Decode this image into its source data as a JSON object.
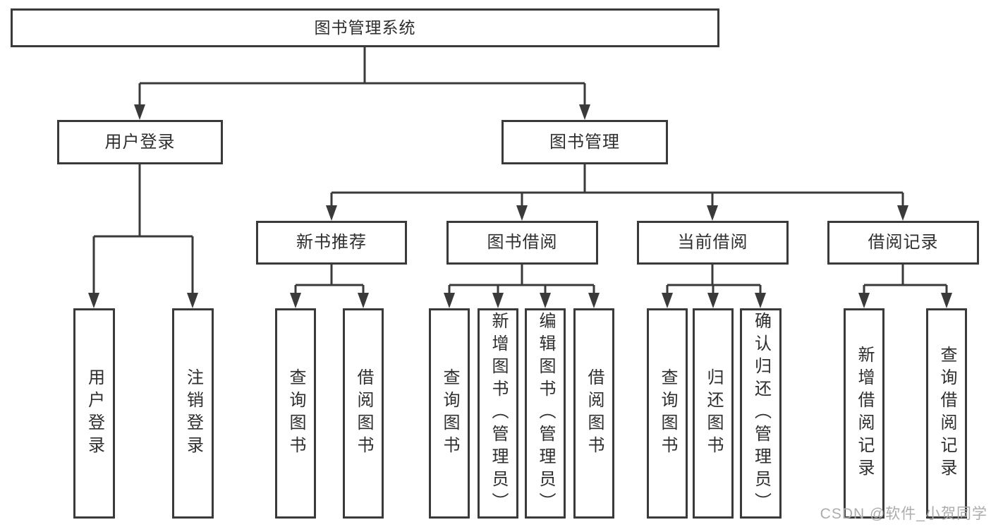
{
  "diagram": {
    "root": {
      "label": "图书管理系统"
    },
    "branches": [
      {
        "label": "用户登录",
        "children": [
          {
            "label": "用户登录"
          },
          {
            "label": "注销登录"
          }
        ]
      },
      {
        "label": "图书管理",
        "children": [
          {
            "label": "新书推荐",
            "children": [
              {
                "label": "查询图书"
              },
              {
                "label": "借阅图书"
              }
            ]
          },
          {
            "label": "图书借阅",
            "children": [
              {
                "label": "查询图书"
              },
              {
                "label": "新增图书（管理员）"
              },
              {
                "label": "编辑图书（管理员）"
              },
              {
                "label": "借阅图书"
              }
            ]
          },
          {
            "label": "当前借阅",
            "children": [
              {
                "label": "查询图书"
              },
              {
                "label": "归还图书"
              },
              {
                "label": "确认归还（管理员）"
              }
            ]
          },
          {
            "label": "借阅记录",
            "children": [
              {
                "label": "新增借阅记录"
              },
              {
                "label": "查询借阅记录"
              }
            ]
          }
        ]
      }
    ]
  },
  "watermark": "CSDN @软件_小贺同学",
  "colors": {
    "line": "#3a3a3a",
    "text": "#2e2e2e",
    "watermark": "#acacac",
    "background": "#ffffff"
  }
}
